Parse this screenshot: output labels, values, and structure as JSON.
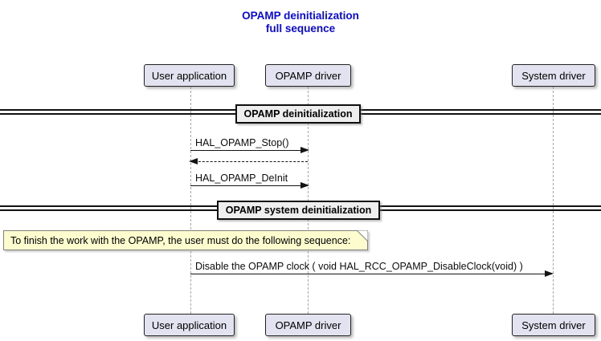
{
  "title": {
    "line1": "OPAMP deinitialization",
    "line2": "full sequence"
  },
  "participants": [
    {
      "name": "User application"
    },
    {
      "name": "OPAMP driver"
    },
    {
      "name": "System driver"
    }
  ],
  "dividers": [
    {
      "label": "OPAMP deinitialization"
    },
    {
      "label": "OPAMP system deinitialization"
    }
  ],
  "messages": [
    {
      "label": "HAL_OPAMP_Stop()",
      "from": "User application",
      "to": "OPAMP driver",
      "style": "solid"
    },
    {
      "label": "",
      "from": "OPAMP driver",
      "to": "User application",
      "style": "dashed-return"
    },
    {
      "label": "HAL_OPAMP_DeInit",
      "from": "User application",
      "to": "OPAMP driver",
      "style": "solid"
    },
    {
      "label": "Disable the OPAMP clock ( void HAL_RCC_OPAMP_DisableClock(void) )",
      "from": "User application",
      "to": "System driver",
      "style": "solid"
    }
  ],
  "note": {
    "text": "To finish the work with the OPAMP, the user must do the following sequence:"
  },
  "colors": {
    "title_color": "#0909E0",
    "participant_fill": "#E2E2F0",
    "participant_border": "#222222",
    "divider_fill": "#EEEEEE",
    "note_fill": "#FCFCCE",
    "note_border": "#818181",
    "lifeline_color": "#A6A6A6",
    "line_color": "#141414"
  }
}
